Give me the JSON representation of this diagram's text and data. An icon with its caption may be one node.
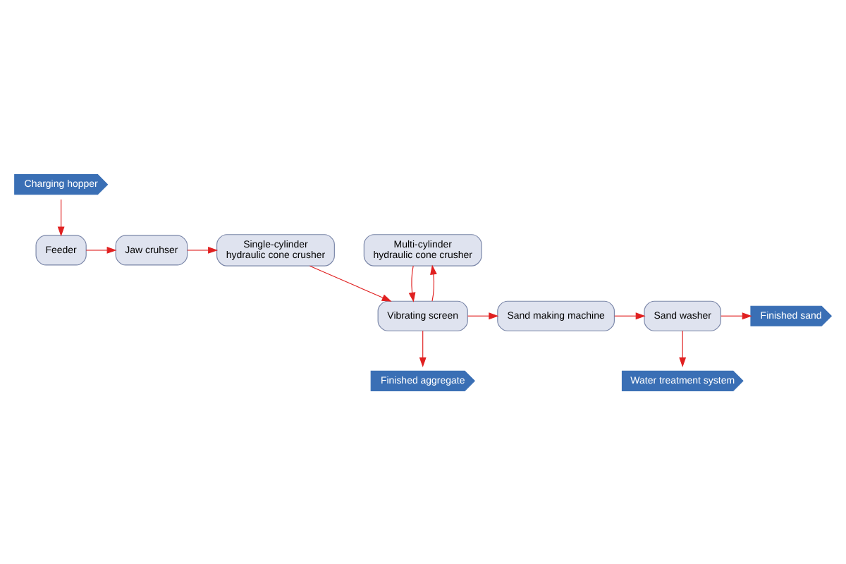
{
  "diagram": {
    "nodes": [
      {
        "text": [
          "Charging hopper"
        ]
      },
      {
        "text": [
          "Feeder"
        ]
      },
      {
        "text": [
          "Jaw cruhser"
        ]
      },
      {
        "text": [
          "Single-cylinder hydraulic cone crusher"
        ]
      },
      {
        "text": [
          "Multi-cylinder hydraulic cone crusher"
        ]
      },
      {
        "text": [
          "Vibrating screen"
        ]
      },
      {
        "text": [
          "Sand making machine"
        ]
      },
      {
        "text": [
          "Sand washer"
        ]
      },
      {
        "text": [
          "Finished sand"
        ]
      },
      {
        "text": [
          "Water treatment system"
        ]
      },
      {
        "text": [
          "Finished aggregate"
        ]
      }
    ],
    "edges": [
      {
        "from": 0,
        "to": 1,
        "arrow": "to"
      },
      {
        "from": 1,
        "to": 2,
        "arrow": "to"
      },
      {
        "from": 2,
        "to": 3,
        "arrow": "to"
      },
      {
        "from": 3,
        "to": 5,
        "arrow": "to"
      },
      {
        "from": 4,
        "to": 5,
        "arrow": "to"
      },
      {
        "from": 5,
        "to": 4,
        "arrow": "to"
      },
      {
        "from": 5,
        "to": 6,
        "arrow": "to"
      },
      {
        "from": 6,
        "to": 7,
        "arrow": "to"
      },
      {
        "from": 7,
        "to": 8,
        "arrow": "to"
      },
      {
        "from": 7,
        "to": 9,
        "arrow": "to"
      },
      {
        "from": 5,
        "to": 10,
        "arrow": "to"
      }
    ]
  }
}
